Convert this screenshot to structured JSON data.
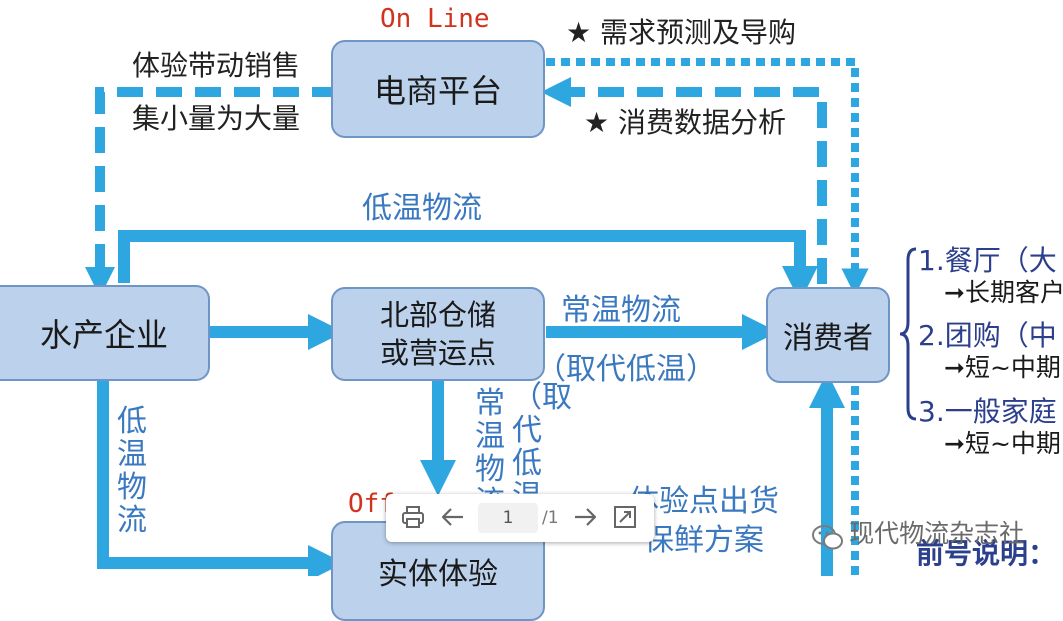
{
  "nodes": {
    "ecommerce": "电商平台",
    "producer": "水产企业",
    "warehouse_line1": "北部仓储",
    "warehouse_line2": "或营运点",
    "consumer": "消费者",
    "store": "实体体验"
  },
  "tags": {
    "online": "On Line",
    "offline": "Off"
  },
  "labels": {
    "experience_sales": "体验带动销售",
    "aggregate_volume": "集小量为大量",
    "demand_forecast": "需求预测及导购",
    "data_analysis": "消费数据分析",
    "low_temp_top": "低温物流",
    "ambient_horizontal": "常温物流",
    "ambient_replace": "（取代低温）",
    "low_temp_vertical": "低温物流",
    "ambient_vertical": "常温物流",
    "ambient_replace_vertical": "（取代低温",
    "store_shipping_line1": "体验点出货",
    "store_shipping_line2": "保鲜方案"
  },
  "legend": {
    "item1": "1.餐厅（大",
    "item1_sub": "➞长期客户",
    "item2": "2.团购（中",
    "item2_sub": "➞短~中期",
    "item3": "3.一般家庭",
    "item3_sub": "➞短~中期",
    "note": "前号说明："
  },
  "toolbar": {
    "page_value": "1",
    "page_total": "/1"
  },
  "watermark": {
    "text": "现代物流杂志社"
  },
  "colors": {
    "node_fill": "#bcd2ec",
    "node_border": "#6f95c6",
    "arrow_blue": "#2ea7e0",
    "label_blue": "#3a78c0",
    "tag_red": "#d0341f",
    "legend_navy": "#2b3f8c"
  },
  "icons": {
    "bullet": "star-icon",
    "print": "printer-icon",
    "prev": "arrow-left-icon",
    "next": "arrow-right-icon",
    "fit": "fit-screen-icon",
    "watermark": "wechat-icon"
  }
}
